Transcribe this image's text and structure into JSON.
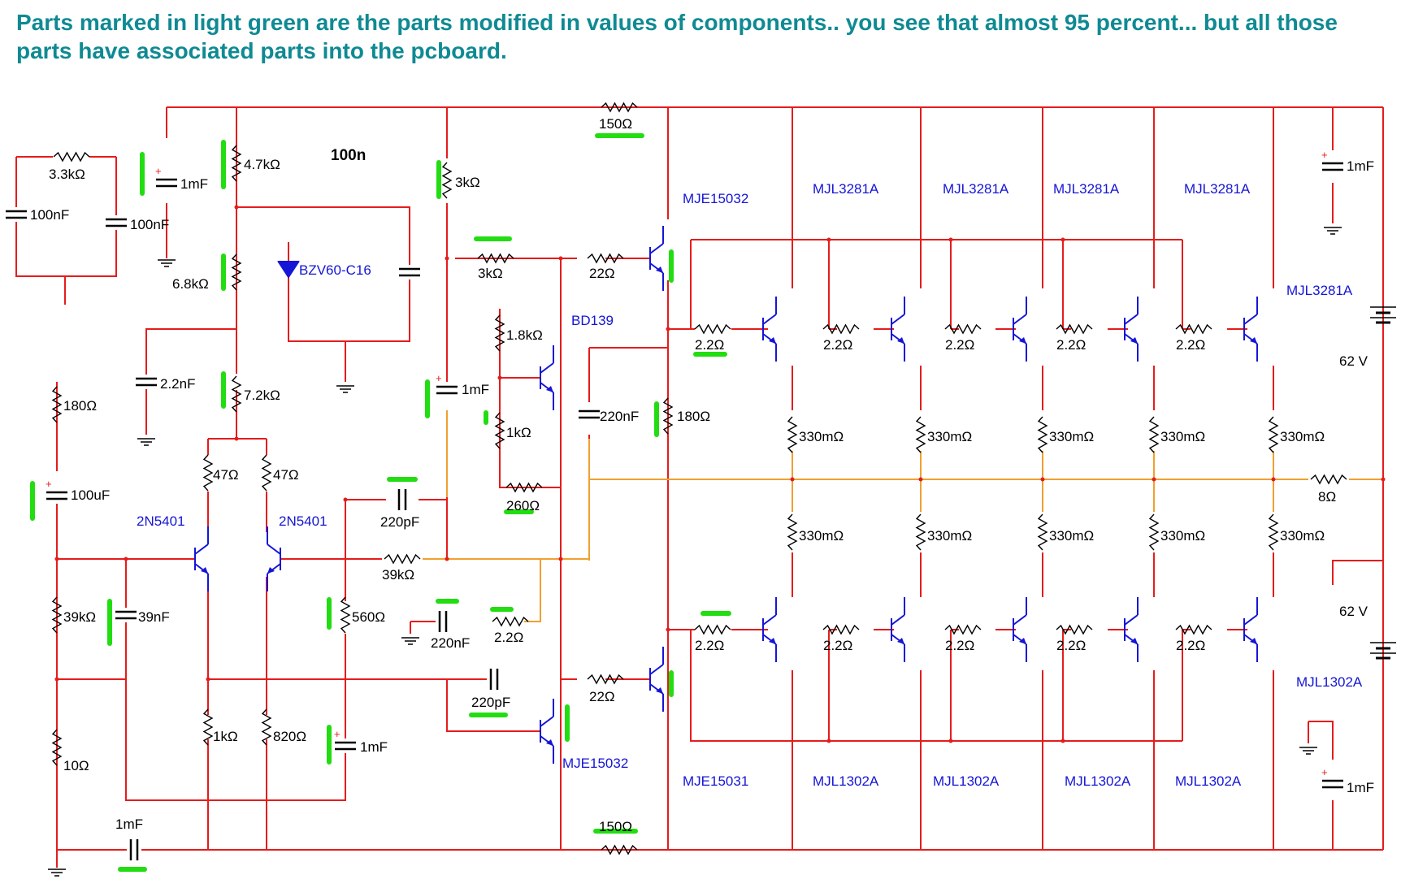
{
  "caption": "Parts marked in light green are the parts modified in values of components.. you see that almost 95 percent... but all those parts have associated parts into the pcboard.",
  "colors": {
    "wire": "#e51c1c",
    "feedback": "#f0a030",
    "part": "#1515d6",
    "marker": "#22dd11",
    "caption": "#0f8a93",
    "text": "#000000"
  },
  "labels": {
    "r_3k3": "3.3kΩ",
    "c_100nF_a": "100nF",
    "c_100nF_b": "100nF",
    "c_1mF_top": "1mF",
    "r_4k7": "4.7kΩ",
    "c_100n": "100n",
    "r_6k8": "6.8kΩ",
    "zener": "BZV60-C16",
    "c_2n2": "2.2nF",
    "r_7k2": "7.2kΩ",
    "r_180_in": "180Ω",
    "c_100uF": "100uF",
    "r_47_a": "47Ω",
    "r_47_b": "47Ω",
    "q_2n5401_a": "2N5401",
    "q_2n5401_b": "2N5401",
    "r_39k_in": "39kΩ",
    "c_39nF": "39nF",
    "r_10": "10Ω",
    "c_1mF_in": "1mF",
    "r_1k_lt": "1kΩ",
    "r_820": "820Ω",
    "c_1mF_mid": "1mF",
    "r_560": "560Ω",
    "c_220pF_a": "220pF",
    "r_39k_fb": "39kΩ",
    "c_220nF_a": "220nF",
    "r_2r2_fb": "2.2Ω",
    "c_220pF_b": "220pF",
    "r_3k_top": "3kΩ",
    "c_1mF_vas": "1mF",
    "r_3k_b": "3kΩ",
    "r_1k8": "1.8kΩ",
    "q_bd139": "BD139",
    "r_1k_vbe": "1kΩ",
    "r_260": "260Ω",
    "c_220nF_b": "220nF",
    "r_180_vas": "180Ω",
    "r_150_top": "150Ω",
    "r_150_bot": "150Ω",
    "r_22_top": "22Ω",
    "r_22_bot": "22Ω",
    "q_mje15032_a": "MJE15032",
    "q_mje15032_b": "MJE15032",
    "q_mje15031": "MJE15031",
    "q_mjl3281a": "MJL3281A",
    "q_mjl1302a": "MJL1302A",
    "r_2r2": "2.2Ω",
    "r_330m": "330mΩ",
    "r_8": "8Ω",
    "c_1mF_psu_top": "1mF",
    "c_1mF_psu_bot": "1mF",
    "v_62_a": "62 V",
    "v_62_b": "62 V"
  }
}
